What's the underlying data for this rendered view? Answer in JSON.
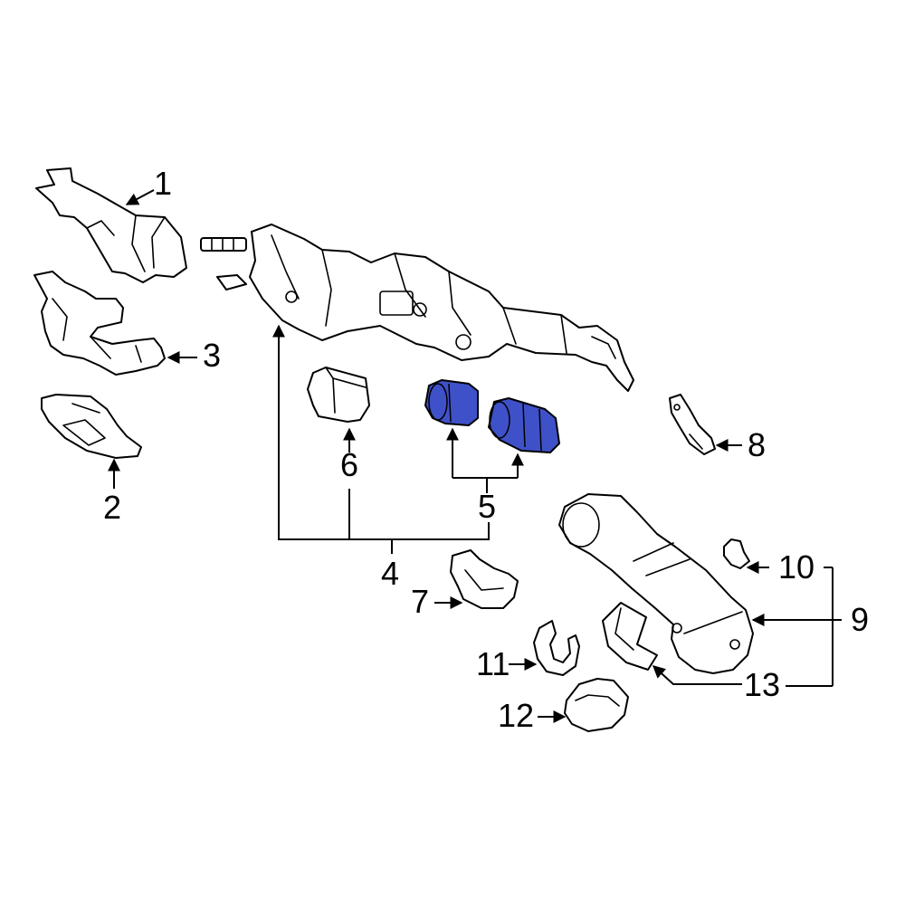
{
  "diagram": {
    "highlight_color": "#3f51c8",
    "callouts": {
      "c1": "1",
      "c2": "2",
      "c3": "3",
      "c4": "4",
      "c5": "5",
      "c6": "6",
      "c7": "7",
      "c8": "8",
      "c9": "9",
      "c10": "10",
      "c11": "11",
      "c12": "12",
      "c13": "13"
    }
  }
}
